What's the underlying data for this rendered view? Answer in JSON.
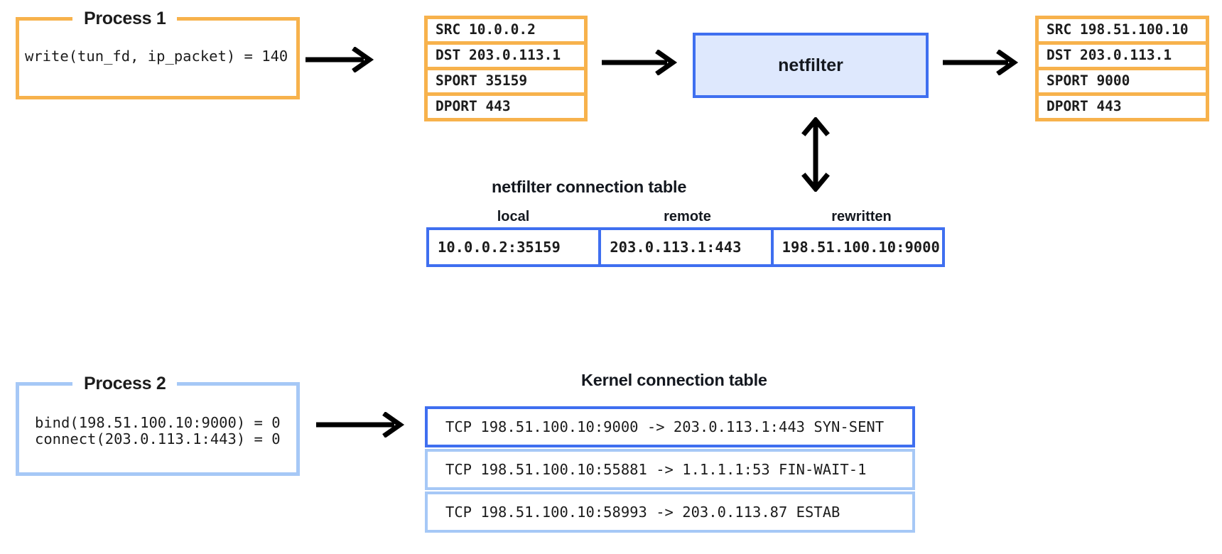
{
  "diagram": {
    "title": "netfilter NAT packet flow diagram",
    "colors": {
      "orange": "#F7B24C",
      "blue": "#3F6FF0",
      "blue_fill": "#DEE8FD",
      "light_blue": "#A6C8F6",
      "text": "#1c1c1c",
      "background": "#ffffff"
    }
  },
  "process1": {
    "legend": "Process 1",
    "code": "write(tun_fd, ip_packet) = 140"
  },
  "process2": {
    "legend": "Process 2",
    "code_line1": "bind(198.51.100.10:9000) = 0",
    "code_line2": "connect(203.0.113.1:443) = 0"
  },
  "packet_in": {
    "rows": [
      "SRC 10.0.0.2",
      "DST 203.0.113.1",
      "SPORT 35159",
      "DPORT 443"
    ]
  },
  "packet_out": {
    "rows": [
      "SRC 198.51.100.10",
      "DST 203.0.113.1",
      "SPORT 9000",
      "DPORT 443"
    ]
  },
  "netfilter": {
    "label": "netfilter"
  },
  "netfilter_table": {
    "title": "netfilter connection table",
    "headers": [
      "local",
      "remote",
      "rewritten"
    ],
    "row": [
      "10.0.0.2:35159",
      "203.0.113.1:443",
      "198.51.100.10:9000"
    ]
  },
  "kernel_table": {
    "title": "Kernel connection table",
    "rows": [
      "TCP 198.51.100.10:9000 -> 203.0.113.1:443 SYN-SENT",
      "TCP 198.51.100.10:55881 -> 1.1.1.1:53 FIN-WAIT-1",
      "TCP 198.51.100.10:58993 -> 203.0.113.87 ESTAB"
    ]
  },
  "icons": {
    "arrow_right_1": "arrow-right-icon",
    "arrow_right_2": "arrow-right-icon",
    "arrow_right_3": "arrow-right-icon",
    "arrow_right_4": "arrow-right-icon",
    "arrow_updown": "arrow-up-down-icon"
  }
}
